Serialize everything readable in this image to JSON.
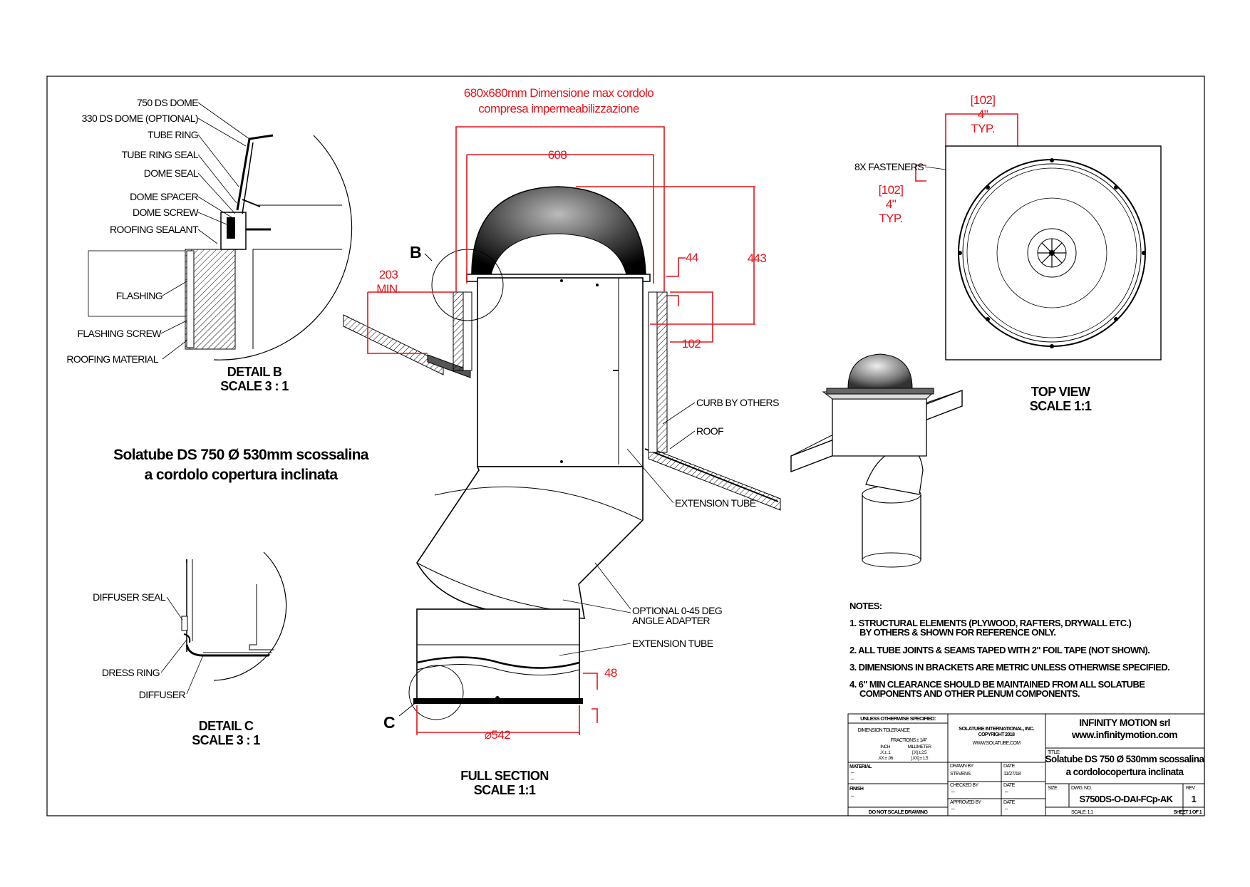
{
  "title": {
    "line1": "Solatube DS 750 Ø 530mm scossalina",
    "line2": "a cordolo copertura inclinata"
  },
  "top_note": {
    "line1": "680x680mm Dimensione max cordolo",
    "line2": "compresa impermeabilizzazione"
  },
  "detail_b": {
    "labels": [
      "750 DS DOME",
      "330 DS DOME (OPTIONAL)",
      "TUBE RING",
      "TUBE RING SEAL",
      "DOME SEAL",
      "DOME SPACER",
      "DOME SCREW",
      "ROOFING SEALANT",
      "FLASHING",
      "FLASHING SCREW",
      "ROOFING MATERIAL"
    ],
    "caption1": "DETAIL B",
    "caption2": "SCALE 3 : 1"
  },
  "detail_c": {
    "labels": [
      "DIFFUSER SEAL",
      "DRESS RING",
      "DIFFUSER"
    ],
    "caption1": "DETAIL C",
    "caption2": "SCALE 3 : 1"
  },
  "section": {
    "callout_b": "B",
    "callout_c": "C",
    "labels": [
      "CURB BY OTHERS",
      "ROOF",
      "EXTENSION TUBE",
      "OPTIONAL 0-45 DEG",
      "ANGLE ADAPTER",
      "EXTENSION TUBE"
    ],
    "caption1": "FULL SECTION",
    "caption2": "SCALE 1:1"
  },
  "dimensions": {
    "d608": "608",
    "d44": "44",
    "d443": "443",
    "d203": "203",
    "dmin": "MIN.",
    "d102": "102",
    "d48": "48",
    "d542": "⌀542"
  },
  "top_view": {
    "dim_bracket": "[102]",
    "dim_inch": "4\"",
    "dim_typ": "TYP.",
    "fasteners": "8X FASTENERS",
    "caption1": "TOP VIEW",
    "caption2": "SCALE 1:1"
  },
  "notes": {
    "heading": "NOTES:",
    "items": [
      "1. STRUCTURAL ELEMENTS (PLYWOOD, RAFTERS, DRYWALL ETC.)",
      "BY OTHERS & SHOWN FOR REFERENCE ONLY.",
      "2. ALL TUBE JOINTS & SEAMS TAPED WITH 2\" FOIL TAPE (NOT SHOWN).",
      "3. DIMENSIONS IN BRACKETS ARE METRIC UNLESS OTHERWISE SPECIFIED.",
      "4.  6\" MIN CLEARANCE SHOULD BE MAINTAINED FROM ALL SOLATUBE",
      "COMPONENTS AND OTHER PLENUM COMPONENTS."
    ]
  },
  "title_block": {
    "unless": "UNLESS OTHERWISE SPECIFIED:",
    "tolerance": "DIMENSION TOLERANCE",
    "fractions": "FRACTIONS ± 1/4\"",
    "inch": "INCH",
    "millimeter": "MILLIMETER",
    "tol1": ".X ± .1",
    "tol2": ".XX ± .06",
    "tol3": "[.X] ± 2.5",
    "tol4": "[.XX] ± 1.5",
    "company1": "SOLATUBE INTERNATIONAL, INC.",
    "company2": "COPYRIGHT 2018",
    "company3": "WWW.SOLATUBE.COM",
    "material": "MATERIAL",
    "finish": "FINISH",
    "dash": "–",
    "dnd": "DO NOT SCALE DRAWING",
    "drawn_by": "DRAWN BY",
    "drawn_name": "STEVENS",
    "date": "DATE",
    "date_val": "11/27/18",
    "checked_by": "CHECKED BY",
    "approved_by": "APPROVED BY",
    "firm": "INFINITY MOTION srl",
    "web": "www.infinitymotion.com",
    "title_lbl": "TITLE:",
    "title1": "Solatube DS 750 Ø 530mm scossalina",
    "title2": "a cordolocopertura inclinata",
    "size": "SIZE",
    "dwg_no_lbl": "DWG. NO.",
    "dwg_no": "S750DS-O-DAI-FCp-AK",
    "rev_lbl": "REV",
    "rev": "1",
    "scale": "SCALE: 1:1",
    "sheet": "SHEET 1 OF 1"
  },
  "colors": {
    "dimension": "#e3141b",
    "line": "#000000"
  }
}
